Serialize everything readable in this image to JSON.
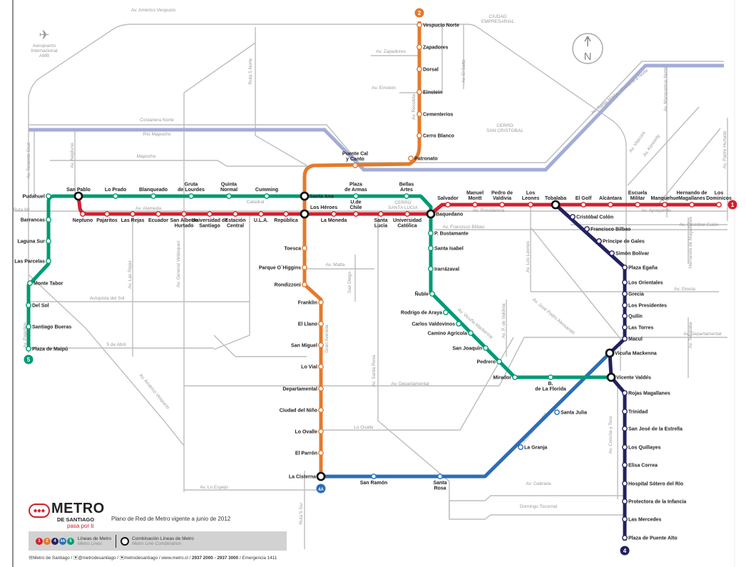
{
  "lines": [
    {
      "id": "1",
      "color": "#d0202e",
      "stations": [
        "San Pablo",
        "Neptuno",
        "Pajaritos",
        "Las Rejas",
        "Ecuador",
        "San Alberto Hurtado",
        "Universidad de Santiago",
        "Estación Central",
        "U.L.A.",
        "República",
        "Los Héroes",
        "La Moneda",
        "U.de Chile",
        "Santa Lucía",
        "Universidad Católica",
        "Baquedano",
        "Salvador",
        "Manuel Montt",
        "Pedro de Valdivia",
        "Los Leones",
        "Tobalaba",
        "El Golf",
        "Alcántara",
        "Escuela Militar",
        "Manquehue",
        "Hernando de Magallanes",
        "Los Dominicos"
      ]
    },
    {
      "id": "2",
      "color": "#e5792a",
      "stations": [
        "Vespucio Norte",
        "Zapadores",
        "Dorsal",
        "Einstein",
        "Cementerios",
        "Cerro Blanco",
        "Patronato",
        "Puente Cal y Canto",
        "Santa Ana",
        "Los Héroes",
        "Toesca",
        "Parque O´Higgins",
        "Rondizzoni",
        "Franklin",
        "El Llano",
        "San Miguel",
        "Lo Vial",
        "Departamental",
        "Ciudad del Niño",
        "Lo Ovalle",
        "El Parrón",
        "La Cisterna"
      ]
    },
    {
      "id": "4",
      "color": "#22215f",
      "stations": [
        "Tobalaba",
        "Cristóbal Colón",
        "Francisco Bilbao",
        "Príncipe de Gales",
        "Simón Bolívar",
        "Plaza Egaña",
        "Los Orientales",
        "Grecia",
        "Los Presidentes",
        "Quilín",
        "Las Torres",
        "Macul",
        "Vicuña Mackenna",
        "Vicente Valdés",
        "Rojas Magallanes",
        "Trinidad",
        "San José de la Estrella",
        "Los Quillayes",
        "Elisa Correa",
        "Hospital Sótero del Río",
        "Protectora de la Infancia",
        "Las Mercedes",
        "Plaza de Puente Alto"
      ]
    },
    {
      "id": "4A",
      "color": "#2d6db5",
      "stations": [
        "La Cisterna",
        "San Ramón",
        "Santa Rosa",
        "La Granja",
        "Santa Julia",
        "Vicuña Mackenna"
      ]
    },
    {
      "id": "5",
      "color": "#009a72",
      "stations": [
        "Plaza de Maipú",
        "Santiago Bueras",
        "Del Sol",
        "Monte Tabor",
        "Las Parcelas",
        "Laguna Sur",
        "Barrancas",
        "Pudahuel",
        "San Pablo",
        "Lo Prado",
        "Blanqueado",
        "Gruta de Lourdes",
        "Quinta Normal",
        "Cumming",
        "Santa Ana",
        "Plaza de Armas",
        "Bellas Artes",
        "Baquedano",
        "P. Bustamante",
        "Santa Isabel",
        "Irarrázaval",
        "Ñuble",
        "Rodrigo de Araya",
        "Carlos Valdovinos",
        "Camino Agrícola",
        "San Joaquín",
        "Pedrero",
        "Mirador",
        "B. de La Florida",
        "Vicente Valdés"
      ]
    }
  ],
  "streets": [
    "Av. Américo Vespucio",
    "CIUDAD",
    "EMPRESARIAL",
    "Av. Zapadores",
    "Av. Einstein",
    "Av. El Salto",
    "Av. Recoleta",
    "Ruta 5 Norte",
    "Costanera Norte",
    "Río Mapocho",
    "Mapocho",
    "CERRO",
    "SAN CRISTOBAL",
    "Av. Santa María - Costanera Norte",
    "Av. Manquehue Norte",
    "Av. Vitacura",
    "Av. Kennedy",
    "Av. Padre Hurtado",
    "Av. Teniente Cruz",
    "Av. Neptuno",
    "Ruta 68",
    "Av. Alameda",
    "Catedral",
    "CERRO",
    "SANTA LUCIA",
    "Av. Providencia",
    "Av. Francisco Bilbao",
    "Av. Apoquindo",
    "Av. Cristóbal Colón",
    "Hernando de Magallanes",
    "Av. Los Leones",
    "Av. Matta",
    "San Diego",
    "Autopista del Sol",
    "Av. Las Rejas",
    "Av. General Velásquez",
    "Av. Pajaritos",
    "5 de Abril",
    "Av. Américo Vespucio",
    "Gran Avenida",
    "Av. Santa Rosa",
    "Av. Departamental",
    "Av. Vicuña Mackenna",
    "Av. P. de Valdivia",
    "Av. José Pedro Alessandri",
    "Av. Grecia",
    "Av. Tobalaba",
    "Av. Departamental",
    "Lo Ovalle",
    "Av. Américo Vespucio",
    "Av. Concha y Toro",
    "Av. Gabriela",
    "Domingo Tocornal",
    "Av. Lo Espejo",
    "Ruta 5 Sur"
  ],
  "airport": {
    "line1": "Aeropuerto",
    "line2": "Internacional",
    "line3": "AMB",
    "icon": "airplane-icon"
  },
  "compass": {
    "letter": "N",
    "icon": "north-arrow-icon"
  },
  "logo": {
    "name": "METRO",
    "sub": "DE SANTIAGO",
    "tagline": "pasa por ti"
  },
  "plan_caption": "Plano de Red de Metro vigente a junio de 2012",
  "legend": {
    "badges": [
      {
        "label": "1",
        "color": "#d0202e"
      },
      {
        "label": "2",
        "color": "#e5792a"
      },
      {
        "label": "4",
        "color": "#22215f"
      },
      {
        "label": "4A",
        "color": "#2d6db5"
      },
      {
        "label": "5",
        "color": "#009a72"
      }
    ],
    "lines_label": "Líneas de Metro",
    "lines_label_en": "Metro Lines",
    "combo_label": "Combinación Líneas de Metro",
    "combo_label_en": "Metro Line Combination"
  },
  "footer": {
    "twitter": "@metrodesantiago",
    "facebook": "metrodesantiago",
    "brand": "Metro de Santiago",
    "web": "www.metro.cl",
    "phones": "2937 2000 - 2937 3000",
    "emergency": "Emergencia 1411",
    "sep": "/"
  },
  "river_color": "#a3acd8"
}
